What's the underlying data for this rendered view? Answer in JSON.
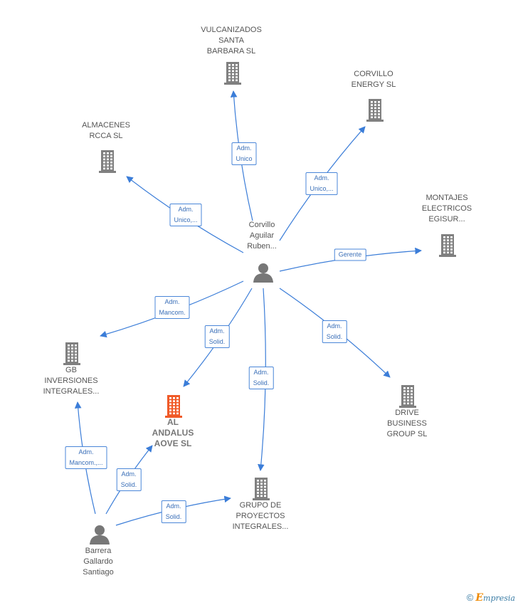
{
  "colors": {
    "edge": "#3b7dd8",
    "company_icon": "#808080",
    "person_icon": "#777777",
    "highlight_icon": "#f05a28"
  },
  "nodes": [
    {
      "id": "vulcanizados",
      "type": "company",
      "lines": [
        "VULCANIZADOS",
        "SANTA",
        "BARBARA  SL"
      ]
    },
    {
      "id": "corvillo-energy",
      "type": "company",
      "lines": [
        "CORVILLO",
        "ENERGY  SL"
      ]
    },
    {
      "id": "almacenes",
      "type": "company",
      "lines": [
        "ALMACENES",
        "RCCA  SL"
      ]
    },
    {
      "id": "montajes",
      "type": "company",
      "lines": [
        "MONTAJES",
        "ELECTRICOS",
        "EGISUR..."
      ]
    },
    {
      "id": "corvillo-person",
      "type": "person",
      "lines": [
        "Corvillo",
        "Aguilar",
        "Ruben..."
      ]
    },
    {
      "id": "gb-inversiones",
      "type": "company",
      "lines": [
        "GB",
        "INVERSIONES",
        "INTEGRALES..."
      ]
    },
    {
      "id": "al-andalus",
      "type": "company",
      "highlight": true,
      "lines": [
        "AL",
        "ANDALUS",
        "AOVE  SL"
      ]
    },
    {
      "id": "drive-business",
      "type": "company",
      "lines": [
        "DRIVE",
        "BUSINESS",
        "GROUP  SL"
      ]
    },
    {
      "id": "grupo-proyectos",
      "type": "company",
      "lines": [
        "GRUPO DE",
        "PROYECTOS",
        "INTEGRALES..."
      ]
    },
    {
      "id": "barrera-person",
      "type": "person",
      "lines": [
        "Barrera",
        "Gallardo",
        "Santiago"
      ]
    }
  ],
  "edges": [
    {
      "from": "corvillo-person",
      "to": "vulcanizados",
      "label": [
        "Adm.",
        "Unico"
      ]
    },
    {
      "from": "corvillo-person",
      "to": "corvillo-energy",
      "label": [
        "Adm.",
        "Unico,..."
      ]
    },
    {
      "from": "corvillo-person",
      "to": "almacenes",
      "label": [
        "Adm.",
        "Unico,..."
      ]
    },
    {
      "from": "corvillo-person",
      "to": "montajes",
      "label": [
        "Gerente"
      ]
    },
    {
      "from": "corvillo-person",
      "to": "gb-inversiones",
      "label": [
        "Adm.",
        "Mancom."
      ]
    },
    {
      "from": "corvillo-person",
      "to": "al-andalus",
      "label": [
        "Adm.",
        "Solid."
      ]
    },
    {
      "from": "corvillo-person",
      "to": "grupo-proyectos",
      "label": [
        "Adm.",
        "Solid."
      ]
    },
    {
      "from": "corvillo-person",
      "to": "drive-business",
      "label": [
        "Adm.",
        "Solid."
      ]
    },
    {
      "from": "barrera-person",
      "to": "gb-inversiones",
      "label": [
        "Adm.",
        "Mancom.,..."
      ]
    },
    {
      "from": "barrera-person",
      "to": "al-andalus",
      "label": [
        "Adm.",
        "Solid."
      ]
    },
    {
      "from": "barrera-person",
      "to": "grupo-proyectos",
      "label": [
        "Adm.",
        "Solid."
      ]
    }
  ],
  "footer": {
    "copyright": "©",
    "brand_first": "E",
    "brand_rest": "mpresia"
  }
}
